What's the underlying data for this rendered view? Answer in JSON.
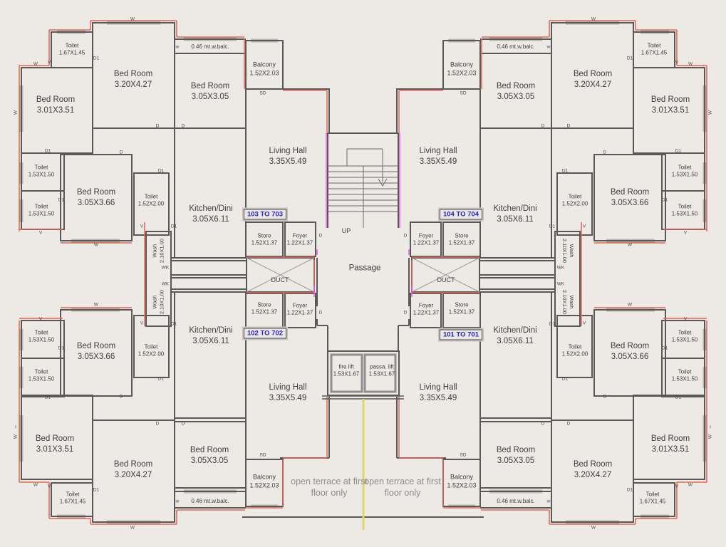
{
  "colors": {
    "background": "#edeae6",
    "wall": "#585858",
    "window": "#b9b6b2",
    "accent_red": "#e0645a",
    "accent_magenta": "#ee55ee",
    "accent_yellow": "#ddd76b",
    "unit_text": "#2323c8",
    "label_text": "#3f3f3f",
    "terrace_text": "#8c8c8c"
  },
  "rooms": {
    "bed_301": {
      "name": "Bed Room",
      "dims": "3.01X3.51"
    },
    "bed_320": {
      "name": "Bed Room",
      "dims": "3.20X4.27"
    },
    "bed_305sq": {
      "name": "Bed Room",
      "dims": "3.05X3.05"
    },
    "bed_305366": {
      "name": "Bed Room",
      "dims": "3.05X3.66"
    },
    "toilet_167": {
      "name": "Toilet",
      "dims": "1.67X1.45"
    },
    "toilet_153": {
      "name": "Toilet",
      "dims": "1.53X1.50"
    },
    "toilet_152": {
      "name": "Toilet",
      "dims": "1.52X2.00"
    },
    "balcony": {
      "name": "Balcony",
      "dims": "1.52X2.03"
    },
    "living": {
      "name": "Living Hall",
      "dims": "3.35X5.49"
    },
    "kitchen": {
      "name": "Kitchen/Dini",
      "dims": "3.05X6.11"
    },
    "store": {
      "name": "Store",
      "dims": "1.52X1.37"
    },
    "foyer": {
      "name": "Foyer",
      "dims": "1.22X1.37"
    },
    "wash": {
      "name": "Wash",
      "dims": "2.10X1.00"
    },
    "fire_lift": {
      "name": "fire lift",
      "dims": "1.53X1.67"
    },
    "passa_lift": {
      "name": "passa. lift",
      "dims": "1.53X1.67"
    },
    "duct": {
      "name": "DUCT"
    },
    "passage": {
      "name": "Passage"
    },
    "up": {
      "name": "UP"
    }
  },
  "units": {
    "u101": "101 TO 701",
    "u102": "102 TO 702",
    "u103": "103 TO 703",
    "u104": "104 TO 704"
  },
  "annotations": {
    "balc": "0.46 mt.w.balc.",
    "terrace1": "open terrace at first",
    "terrace2": "floor only"
  },
  "markers": {
    "D": "D",
    "D1": "D1",
    "W": "W",
    "w": "w",
    "V": "V",
    "SD": "SD",
    "WK": "WK",
    "I": "I"
  }
}
